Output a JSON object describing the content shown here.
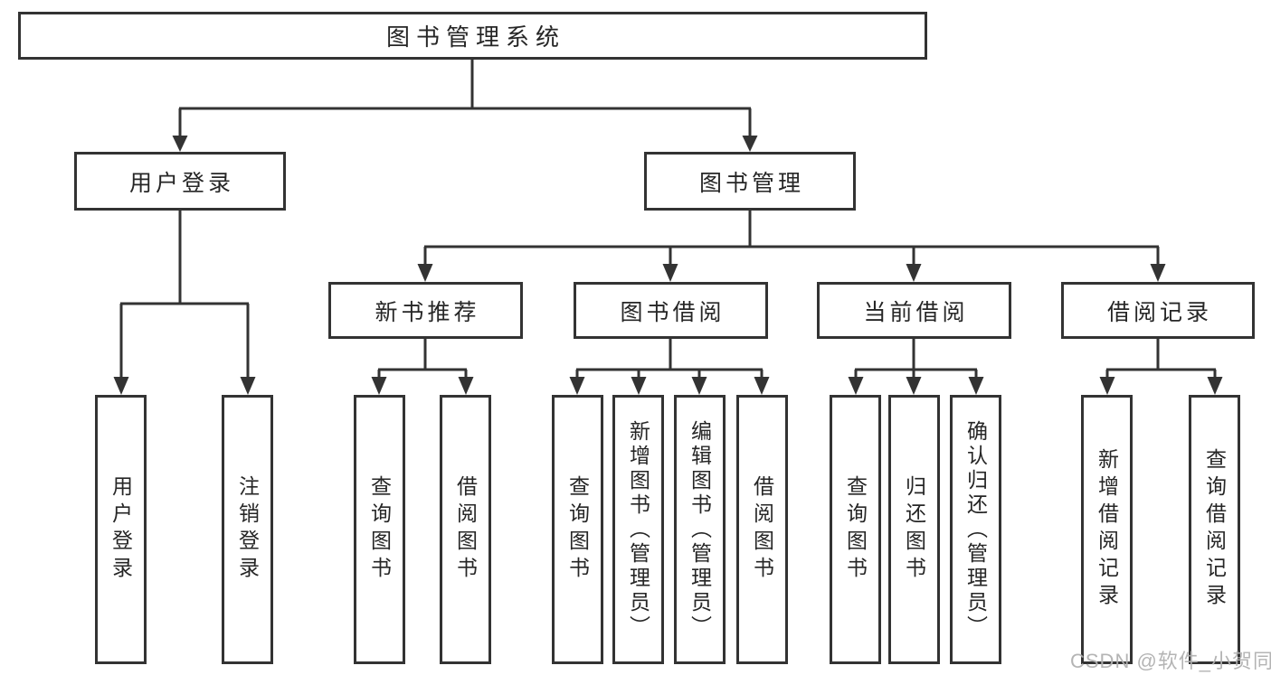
{
  "tree": {
    "label": "图书管理系统",
    "children": [
      {
        "label": "用户登录",
        "children": [
          {
            "label": "用户登录"
          },
          {
            "label": "注销登录"
          }
        ]
      },
      {
        "label": "图书管理",
        "children": [
          {
            "label": "新书推荐",
            "children": [
              {
                "label": "查询图书"
              },
              {
                "label": "借阅图书"
              }
            ]
          },
          {
            "label": "图书借阅",
            "children": [
              {
                "label": "查询图书"
              },
              {
                "label": "新增图书（管理员）"
              },
              {
                "label": "编辑图书（管理员）"
              },
              {
                "label": "借阅图书"
              }
            ]
          },
          {
            "label": "当前借阅",
            "children": [
              {
                "label": "查询图书"
              },
              {
                "label": "归还图书"
              },
              {
                "label": "确认归还（管理员）"
              }
            ]
          },
          {
            "label": "借阅记录",
            "children": [
              {
                "label": "新增借阅记录"
              },
              {
                "label": "查询借阅记录"
              }
            ]
          }
        ]
      }
    ]
  },
  "watermark": {
    "text": "CSDN @软件_小贺同学"
  },
  "colors": {
    "line": "#333333",
    "box_border": "#333333",
    "text": "#262626",
    "background": "#ffffff",
    "watermark": "#b1b1b1"
  }
}
